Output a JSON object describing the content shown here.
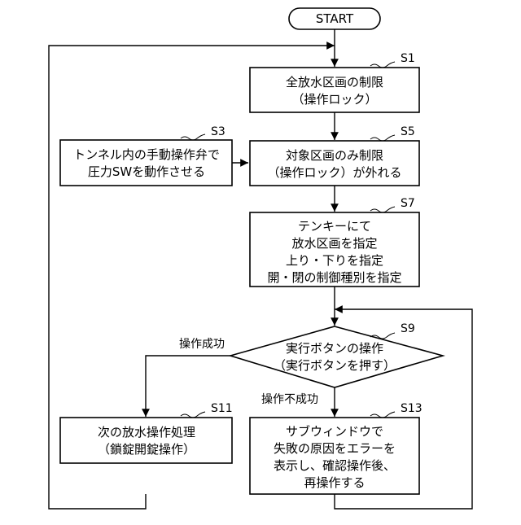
{
  "start": "START",
  "steps": {
    "s1": {
      "label": "S1",
      "lines": [
        "全放水区画の制限",
        "（操作ロック）"
      ]
    },
    "s3": {
      "label": "S3",
      "lines": [
        "トンネル内の手動操作弁で",
        "圧力SWを動作させる"
      ]
    },
    "s5": {
      "label": "S5",
      "lines": [
        "対象区画のみ制限",
        "（操作ロック）が外れる"
      ]
    },
    "s7": {
      "label": "S7",
      "lines": [
        "テンキーにて",
        "放水区画を指定",
        "上り・下りを指定",
        "開・閉の制御種別を指定"
      ]
    },
    "s9": {
      "label": "S9",
      "lines": [
        "実行ボタンの操作",
        "（実行ボタンを押す）"
      ]
    },
    "s11": {
      "label": "S11",
      "lines": [
        "次の放水操作処理",
        "（鎖錠開錠操作）"
      ]
    },
    "s13": {
      "label": "S13",
      "lines": [
        "サブウィンドウで",
        "失敗の原因をエラーを",
        "表示し、確認操作後、",
        "再操作する"
      ]
    }
  },
  "branches": {
    "success": "操作成功",
    "failure": "操作不成功"
  }
}
